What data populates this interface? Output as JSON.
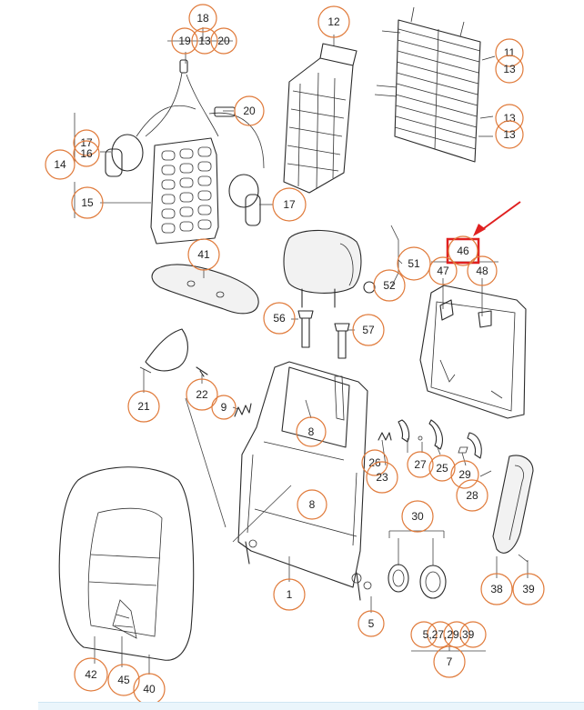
{
  "callouts": [
    {
      "label": "18"
    },
    {
      "label": "19"
    },
    {
      "label": "13"
    },
    {
      "label": "20"
    },
    {
      "label": "12"
    },
    {
      "label": "11"
    },
    {
      "label": "13"
    },
    {
      "label": "13"
    },
    {
      "label": "13"
    },
    {
      "label": "20"
    },
    {
      "label": "17"
    },
    {
      "label": "16"
    },
    {
      "label": "14"
    },
    {
      "label": "15"
    },
    {
      "label": "17"
    },
    {
      "label": "46"
    },
    {
      "label": "47"
    },
    {
      "label": "48"
    },
    {
      "label": "51"
    },
    {
      "label": "52"
    },
    {
      "label": "41"
    },
    {
      "label": "56"
    },
    {
      "label": "57"
    },
    {
      "label": "21"
    },
    {
      "label": "22"
    },
    {
      "label": "9"
    },
    {
      "label": "8"
    },
    {
      "label": "8"
    },
    {
      "label": "26"
    },
    {
      "label": "27"
    },
    {
      "label": "25"
    },
    {
      "label": "23"
    },
    {
      "label": "29"
    },
    {
      "label": "28"
    },
    {
      "label": "30"
    },
    {
      "label": "1"
    },
    {
      "label": "5"
    },
    {
      "label": "38"
    },
    {
      "label": "39"
    },
    {
      "label": "5,27,29,39"
    },
    {
      "label": "7"
    },
    {
      "label": "42"
    },
    {
      "label": "45"
    },
    {
      "label": "40"
    }
  ],
  "colors": {
    "callout_stroke": "#e07a3a",
    "highlight": "#e02020",
    "line": "#2a2a2a"
  }
}
